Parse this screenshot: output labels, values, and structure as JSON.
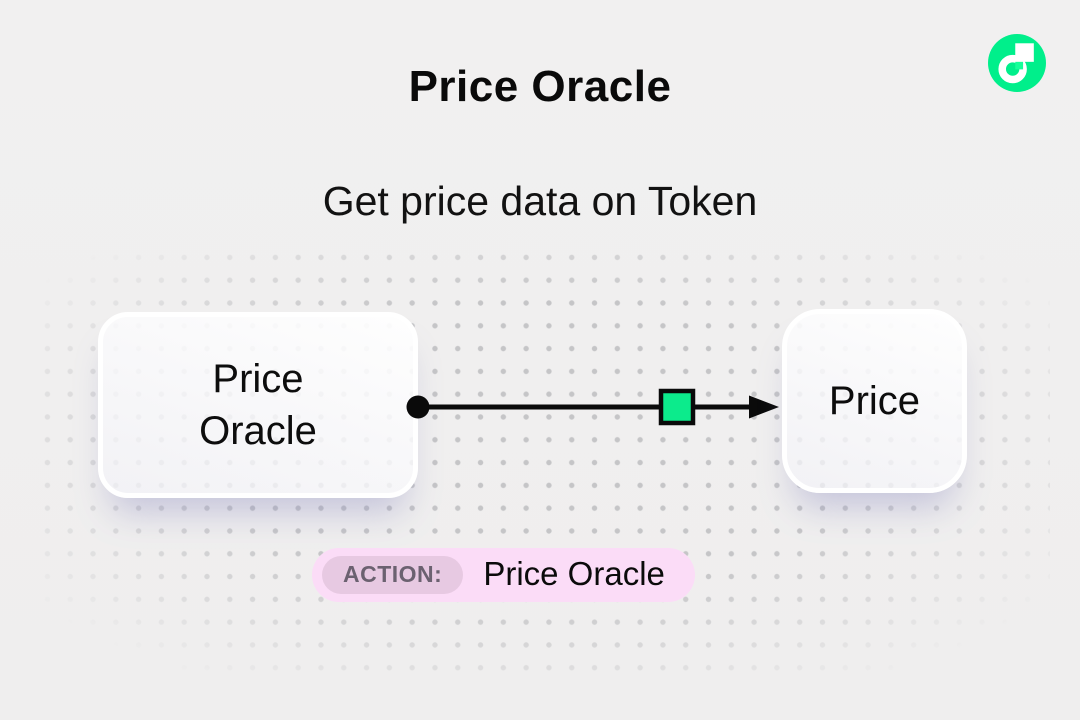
{
  "header": {
    "title": "Price Oracle",
    "subtitle": "Get price data on Token"
  },
  "brand": {
    "name": "Flow",
    "logo": "flow-logo",
    "circle_color": "#00ef8b",
    "mark_color": "#ffffff",
    "accent_square_color": "#16ff99"
  },
  "diagram": {
    "source_node": {
      "label": "Price Oracle"
    },
    "target_node": {
      "label": "Price"
    },
    "connector": {
      "line_color": "#0a0a0a",
      "marker_shape": "square",
      "marker_color": "#0ceb8c"
    }
  },
  "action_bar": {
    "label": "ACTION:",
    "value": "Price Oracle",
    "pill_color": "#fbdcf7",
    "label_pill_color": "#e7c9e2",
    "label_text_color": "#6b6170"
  },
  "theme": {
    "background_color": "#f0efef",
    "dot_color": "#c5c5c7",
    "text_color": "#0d0d0d"
  }
}
